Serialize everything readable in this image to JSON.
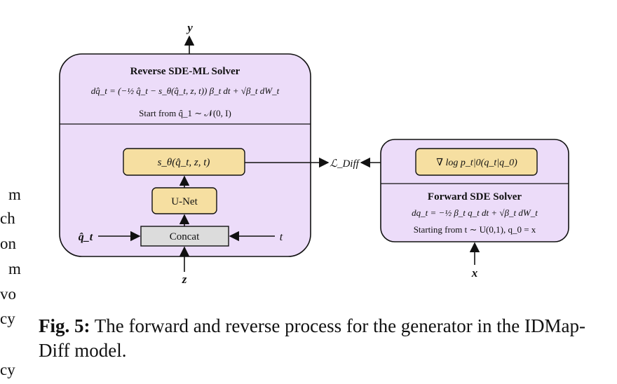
{
  "left_column_fragments": [
    "m",
    "ch",
    "on",
    "m",
    "vo",
    "cy",
    "cy"
  ],
  "diagram": {
    "output_label": "y",
    "reverse_title": "Reverse SDE-ML Solver",
    "reverse_equation": "dq̂_t = (−½ q̂_t − s_θ(q̂_t, z, t)) β_t dt + √β_t dW_t",
    "reverse_start": "Start from q̂_1 ∼ 𝒩(0, I)",
    "score_box": "s_θ(q̂_t, z, t)",
    "unet_box": "U-Net",
    "concat_box": "Concat",
    "input_q": "q̂_t",
    "input_t": "t",
    "input_z": "z",
    "loss_label": "ℒ_Diff",
    "grad_box": "∇ log p_t|0(q_t|q_0)",
    "forward_title": "Forward SDE Solver",
    "forward_equation": "dq_t = −½ β_t q_t dt + √β_t dW_t",
    "forward_start": "Starting from  t ∼ U(0,1), q_0 = x",
    "forward_input": "x"
  },
  "caption": {
    "label": "Fig. 5:",
    "text": " The forward and reverse process for the generator in the IDMap-Diff model."
  },
  "colors": {
    "panel": "#ecdcf9",
    "box": "#f6dfa1",
    "concat": "#dcdcdc"
  }
}
